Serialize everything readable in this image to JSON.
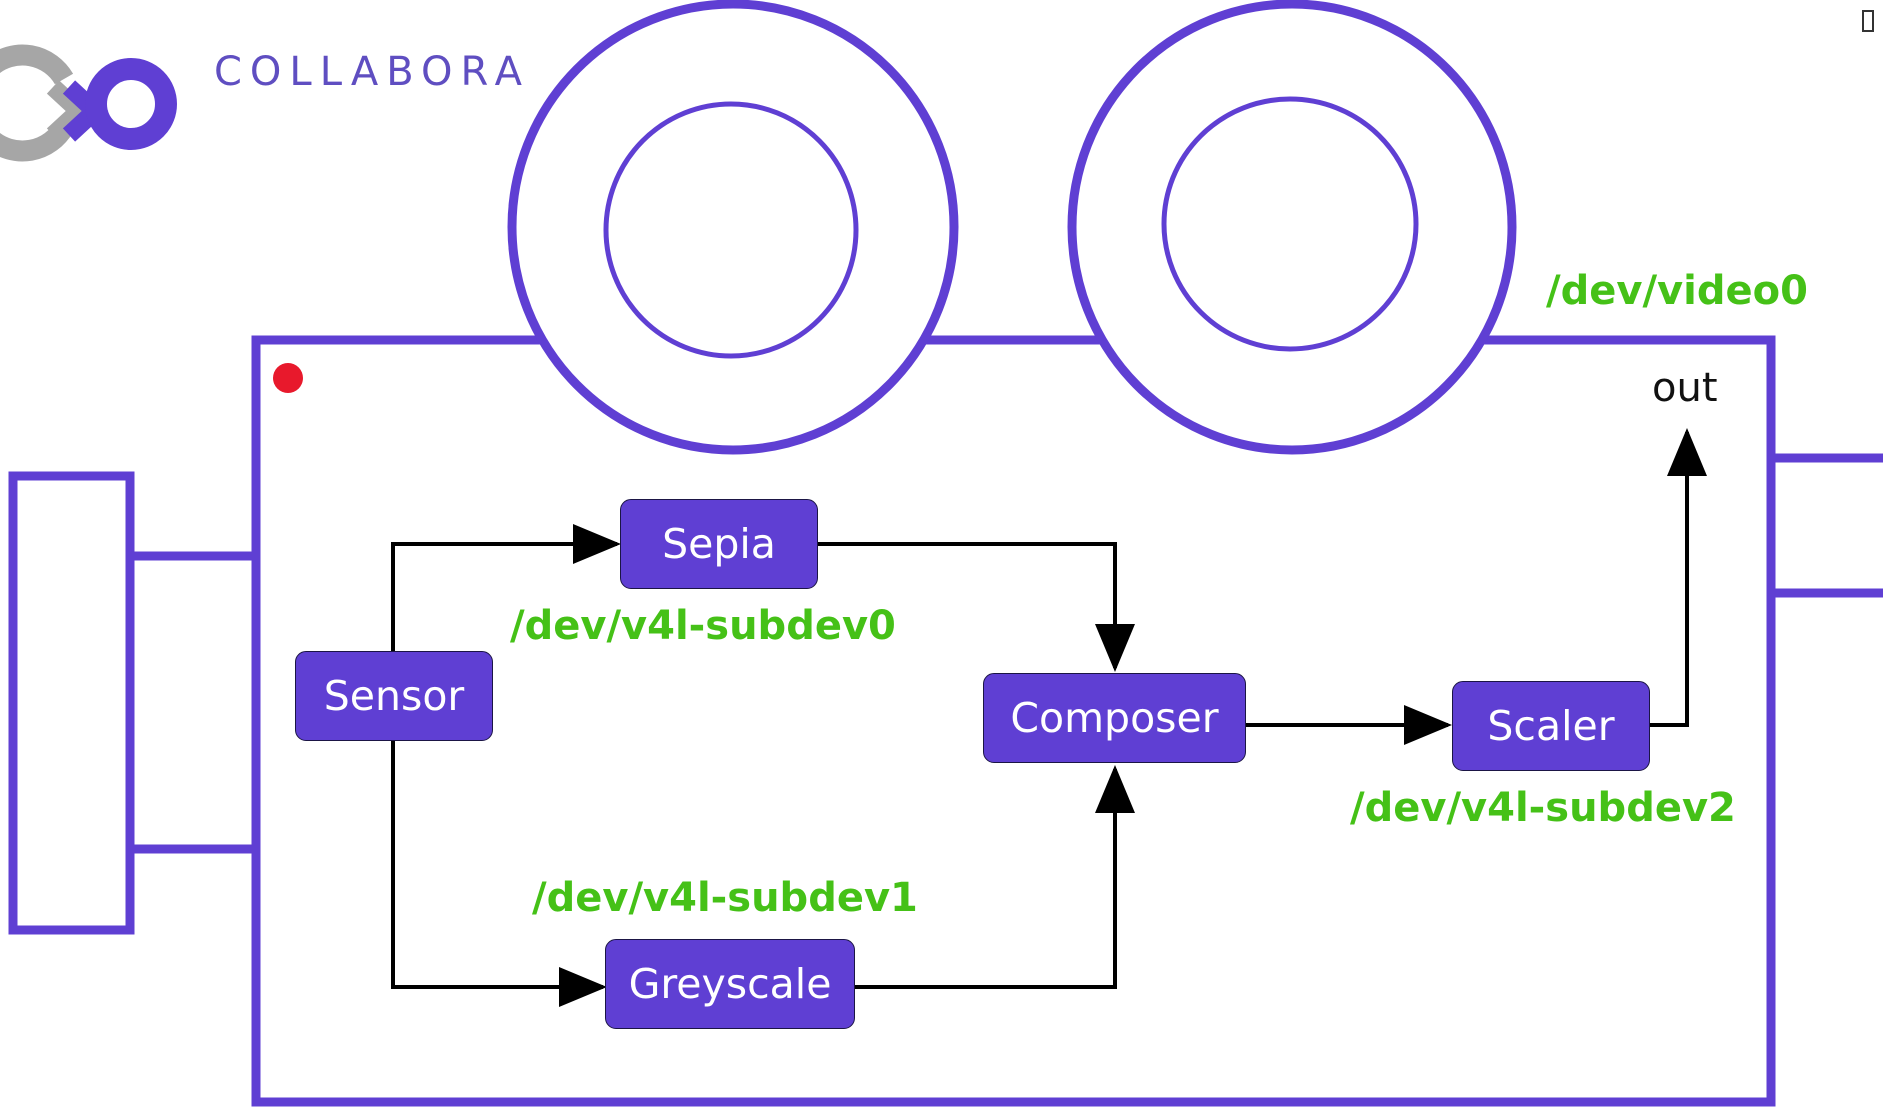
{
  "brand": {
    "name": "COLLABORA",
    "logo_icon": "collabora-logo-icon",
    "colors": {
      "purple": "#5f3fd3",
      "green": "#45c117",
      "gray": "#a6a6a6",
      "red": "#e8192c"
    }
  },
  "diagram": {
    "nodes": {
      "sensor": "Sensor",
      "sepia": "Sepia",
      "greyscale": "Greyscale",
      "composer": "Composer",
      "scaler": "Scaler"
    },
    "device_labels": {
      "video0": "/dev/video0",
      "subdev0": "/dev/v4l-subdev0",
      "subdev1": "/dev/v4l-subdev1",
      "subdev2": "/dev/v4l-subdev2"
    },
    "output_label": "out",
    "edges": [
      {
        "from": "Sensor",
        "to": "Sepia"
      },
      {
        "from": "Sensor",
        "to": "Greyscale"
      },
      {
        "from": "Sepia",
        "to": "Composer"
      },
      {
        "from": "Greyscale",
        "to": "Composer"
      },
      {
        "from": "Composer",
        "to": "Scaler"
      },
      {
        "from": "Scaler",
        "to": "out"
      }
    ]
  }
}
